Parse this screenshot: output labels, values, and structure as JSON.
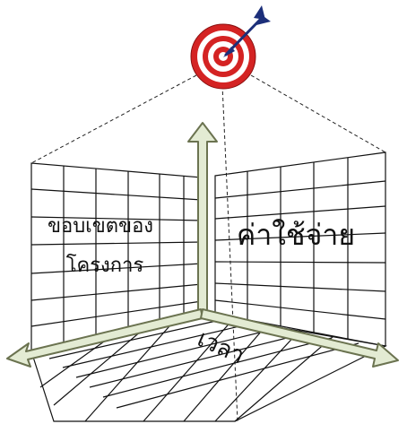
{
  "diagram": {
    "labels": {
      "scope": [
        "ขอบเขตของ",
        "โครงการ"
      ],
      "cost": "ค่าใช้จ่าย",
      "time": "เวลา"
    },
    "icons": [
      "target-icon",
      "arrow-icon"
    ],
    "colors": {
      "grid_line": "#111111",
      "axis_fill": "#e3ebd3",
      "axis_stroke": "#6b7350",
      "target_red": "#d42323",
      "arrow_blue": "#1c2f7a"
    }
  }
}
